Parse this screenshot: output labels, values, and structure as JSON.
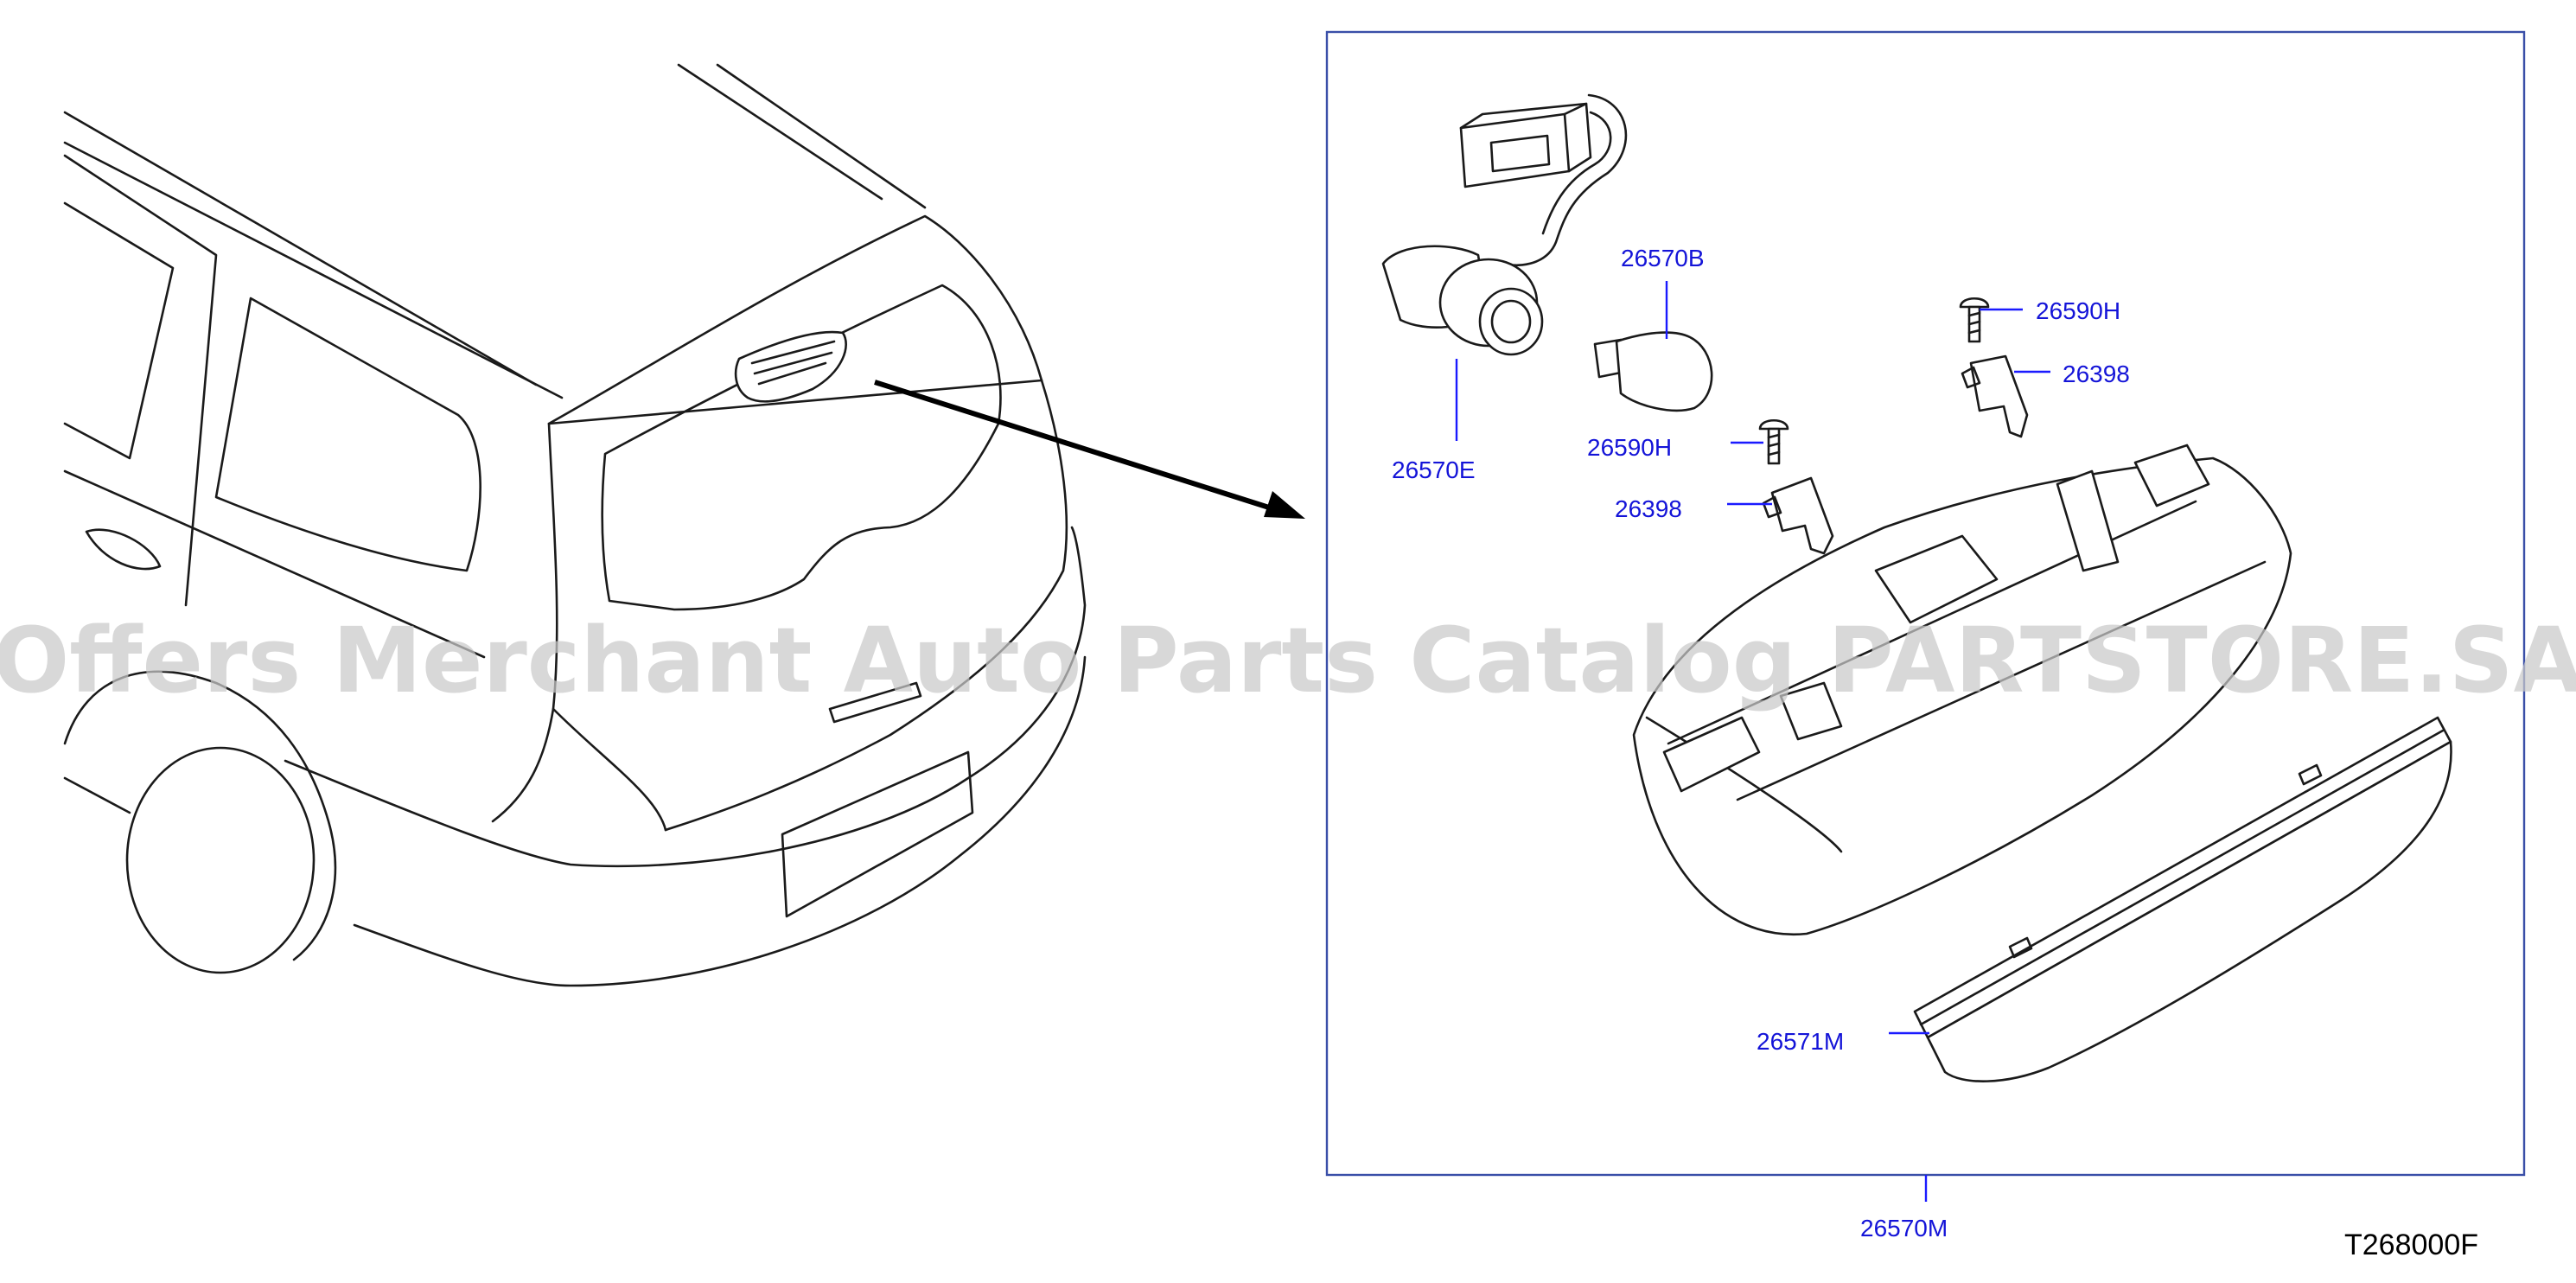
{
  "watermark": "Offers Merchant Auto Parts Catalog PARTSTORE.SA",
  "drawing_code": "T268000F",
  "callouts": [
    {
      "id": "c1",
      "label": "26570B"
    },
    {
      "id": "c2",
      "label": "26570E"
    },
    {
      "id": "c3",
      "label": "26590H"
    },
    {
      "id": "c4",
      "label": "26590H"
    },
    {
      "id": "c5",
      "label": "26398"
    },
    {
      "id": "c6",
      "label": "26398"
    },
    {
      "id": "c7",
      "label": "26571M"
    },
    {
      "id": "c8",
      "label": "26570M"
    }
  ],
  "colors": {
    "callout": "#1414d8",
    "line": "#1a1a1a",
    "frame": "#3a4fa8",
    "watermark": "#c9c9c9"
  }
}
